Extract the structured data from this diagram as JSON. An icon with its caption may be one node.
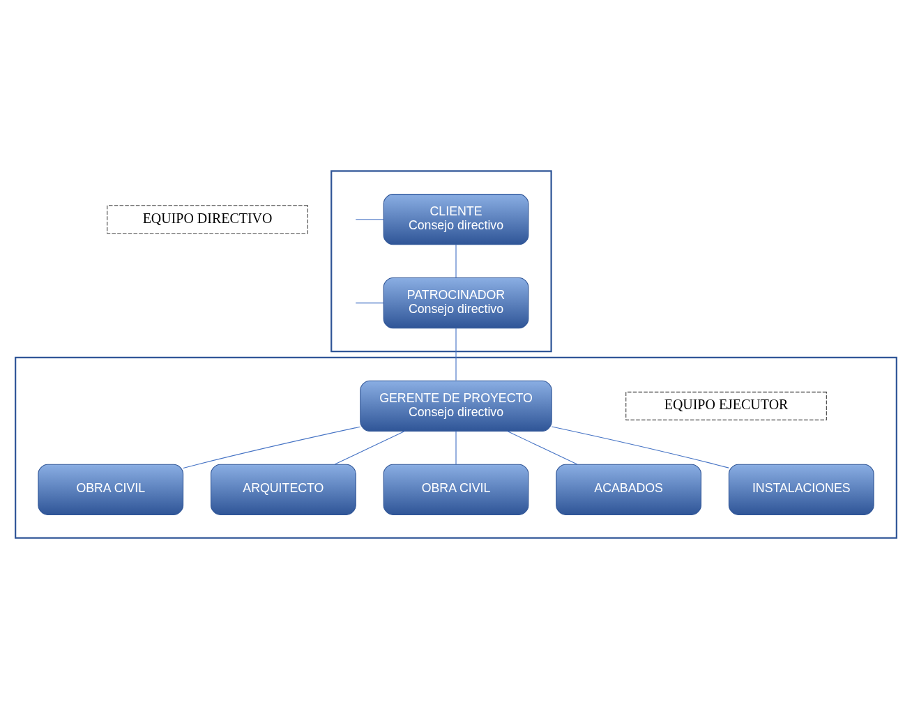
{
  "diagram": {
    "nodes": [
      {
        "text": [
          "EQUIPO DIRECTIVO"
        ]
      },
      {
        "text": [],
        "shape": "box"
      },
      {
        "text": [
          "CLIENTE",
          "Consejo directivo"
        ],
        "in": 1
      },
      {
        "text": [
          "PATROCINADOR",
          "Consejo directivo"
        ],
        "in": 1
      },
      {
        "text": [],
        "shape": "box"
      },
      {
        "text": [
          "EQUIPO EJECUTOR"
        ],
        "in": 4
      },
      {
        "text": [
          "GERENTE DE PROYECTO",
          "Consejo directivo"
        ],
        "in": 4
      },
      {
        "text": [
          "OBRA CIVIL"
        ],
        "in": 4
      },
      {
        "text": [
          "ARQUITECTO"
        ],
        "in": 4
      },
      {
        "text": [
          "OBRA CIVIL"
        ],
        "in": 4
      },
      {
        "text": [
          "ACABADOS"
        ],
        "in": 4
      },
      {
        "text": [
          "INSTALACIONES"
        ],
        "in": 4
      }
    ],
    "edges": [
      {
        "from": null,
        "to": 2,
        "arrow": "none"
      },
      {
        "from": null,
        "to": 3,
        "arrow": "none"
      },
      {
        "from": 2,
        "to": 3,
        "arrow": "none"
      },
      {
        "from": 3,
        "to": 6,
        "arrow": "none"
      },
      {
        "from": 6,
        "to": 7,
        "arrow": "none"
      },
      {
        "from": 6,
        "to": 8,
        "arrow": "none"
      },
      {
        "from": 6,
        "to": 9,
        "arrow": "none"
      },
      {
        "from": 6,
        "to": 10,
        "arrow": "none"
      },
      {
        "from": 6,
        "to": 11,
        "arrow": "none"
      }
    ]
  }
}
